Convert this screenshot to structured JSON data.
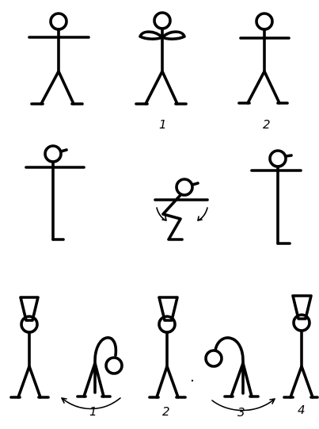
{
  "labels": {
    "row1": [
      "1",
      "2"
    ],
    "row3": [
      "1",
      "2",
      "3",
      "4"
    ]
  }
}
